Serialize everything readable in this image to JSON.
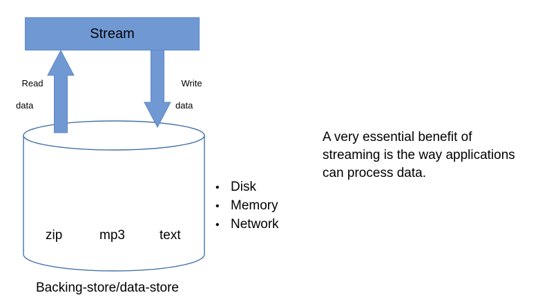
{
  "diagram": {
    "stream": {
      "label": "Stream",
      "fill_color": "#7099d4",
      "stroke_color": "#5b86c4"
    },
    "arrows": [
      {
        "name": "read-data-arrow",
        "direction": "up",
        "label_line1": "Read",
        "label_line2": "data",
        "color": "#7099d4"
      },
      {
        "name": "write-data-arrow",
        "direction": "down",
        "label_line1": "Write",
        "label_line2": "data",
        "color": "#7099d4"
      }
    ],
    "cylinder": {
      "caption": "Backing-store/data-store",
      "stroke_color": "#4472a8",
      "fill_color": "#ffffff",
      "items": [
        "zip",
        "mp3",
        "text"
      ]
    },
    "bullets": [
      "Disk",
      "Memory",
      "Network"
    ],
    "note": "A very essential benefit of streaming is the way applications can process data."
  }
}
